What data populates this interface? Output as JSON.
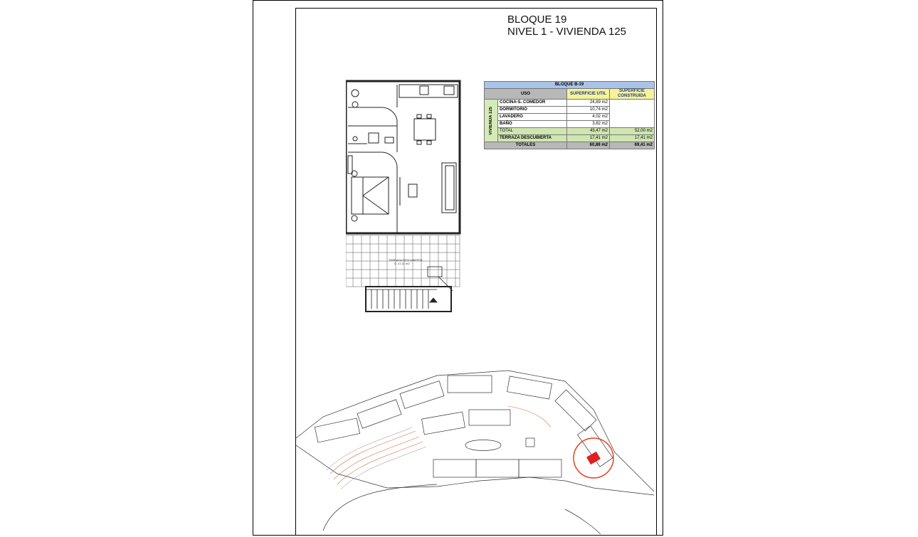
{
  "title": {
    "line1": "BLOQUE 19",
    "line2": "NIVEL 1 - VIVIENDA 125"
  },
  "table": {
    "block_header": "BLOQUE B-19",
    "col_uso": "USO",
    "col_util": "SUPERFICIE UTIL",
    "col_construida": "SUPERFICIE CONSTRUIDA",
    "unit_label": "VIVIENDA 125",
    "rows": [
      {
        "uso": "COCINA-S. COMEDOR",
        "util": "24,89 m2"
      },
      {
        "uso": "DORMITORIO",
        "util": "10,74 m2"
      },
      {
        "uso": "LAVADERO",
        "util": "4,02 m2"
      },
      {
        "uso": "BAÑO",
        "util": "3,82 m2"
      }
    ],
    "total": {
      "uso": "TOTAL",
      "util": "43,47 m2",
      "construida": "52,00 m2"
    },
    "terrace": {
      "uso": "TERRAZA DESCUBIERTA",
      "util": "17,41 m2",
      "construida": "17,41 m2"
    },
    "totals": {
      "uso": "TOTALES",
      "util": "60,88 m2",
      "construida": "69,41 m2"
    }
  },
  "plan": {
    "terrace_label": "TERRAZA DESCUBIERTA",
    "terrace_area": "S. 17,41 m2"
  },
  "site": {
    "highlight_color": "#e02020",
    "circle_color": "#e8401c"
  }
}
